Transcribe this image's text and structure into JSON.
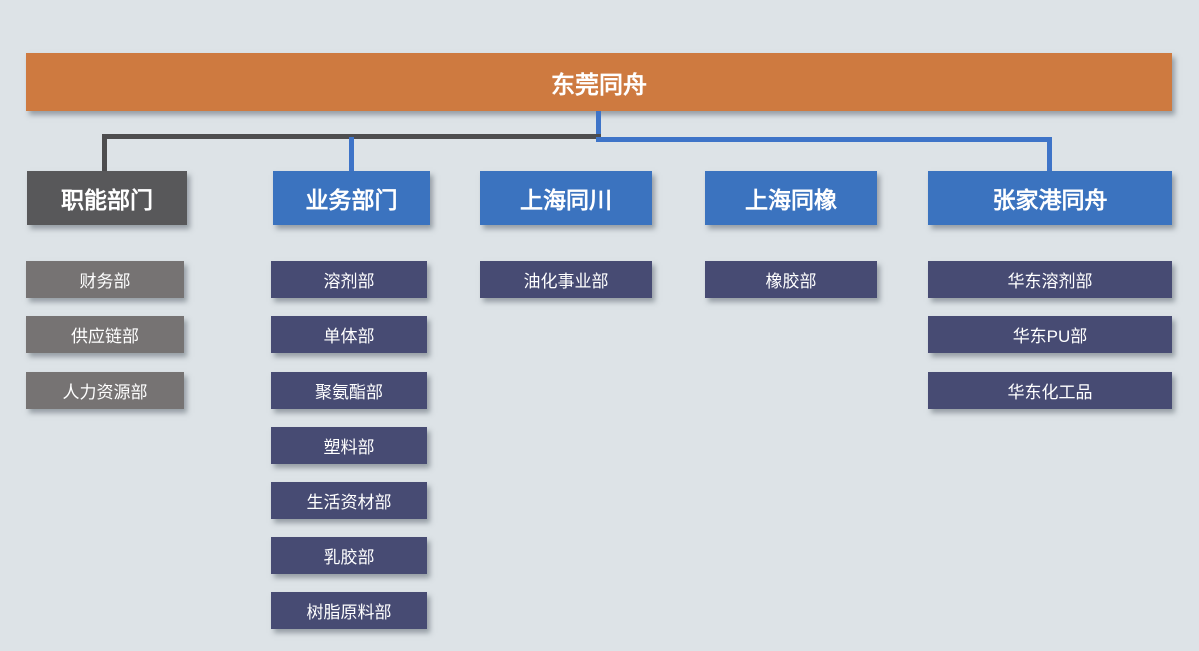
{
  "root": {
    "label": "东莞同舟"
  },
  "columns": [
    {
      "header": "职能部门",
      "items": [
        "财务部",
        "供应链部",
        "人力资源部"
      ]
    },
    {
      "header": "业务部门",
      "items": [
        "溶剂部",
        "单体部",
        "聚氨酯部",
        "塑料部",
        "生活资材部",
        "乳胶部",
        "树脂原料部"
      ]
    },
    {
      "header": "上海同川",
      "items": [
        "油化事业部"
      ]
    },
    {
      "header": "上海同橡",
      "items": [
        "橡胶部"
      ]
    },
    {
      "header": "张家港同舟",
      "items": [
        "华东溶剂部",
        "华东PU部",
        "华东化工品"
      ]
    }
  ],
  "colors": {
    "background": "#dde3e7",
    "root_fill": "#ce7a40",
    "header_blue": "#3b73bf",
    "header_dark_gray": "#58585a",
    "item_gray": "#767373",
    "item_navy": "#474b73",
    "connector_blue": "#3e74c8",
    "connector_dark": "#4d4d4f",
    "text": "#ffffff"
  }
}
